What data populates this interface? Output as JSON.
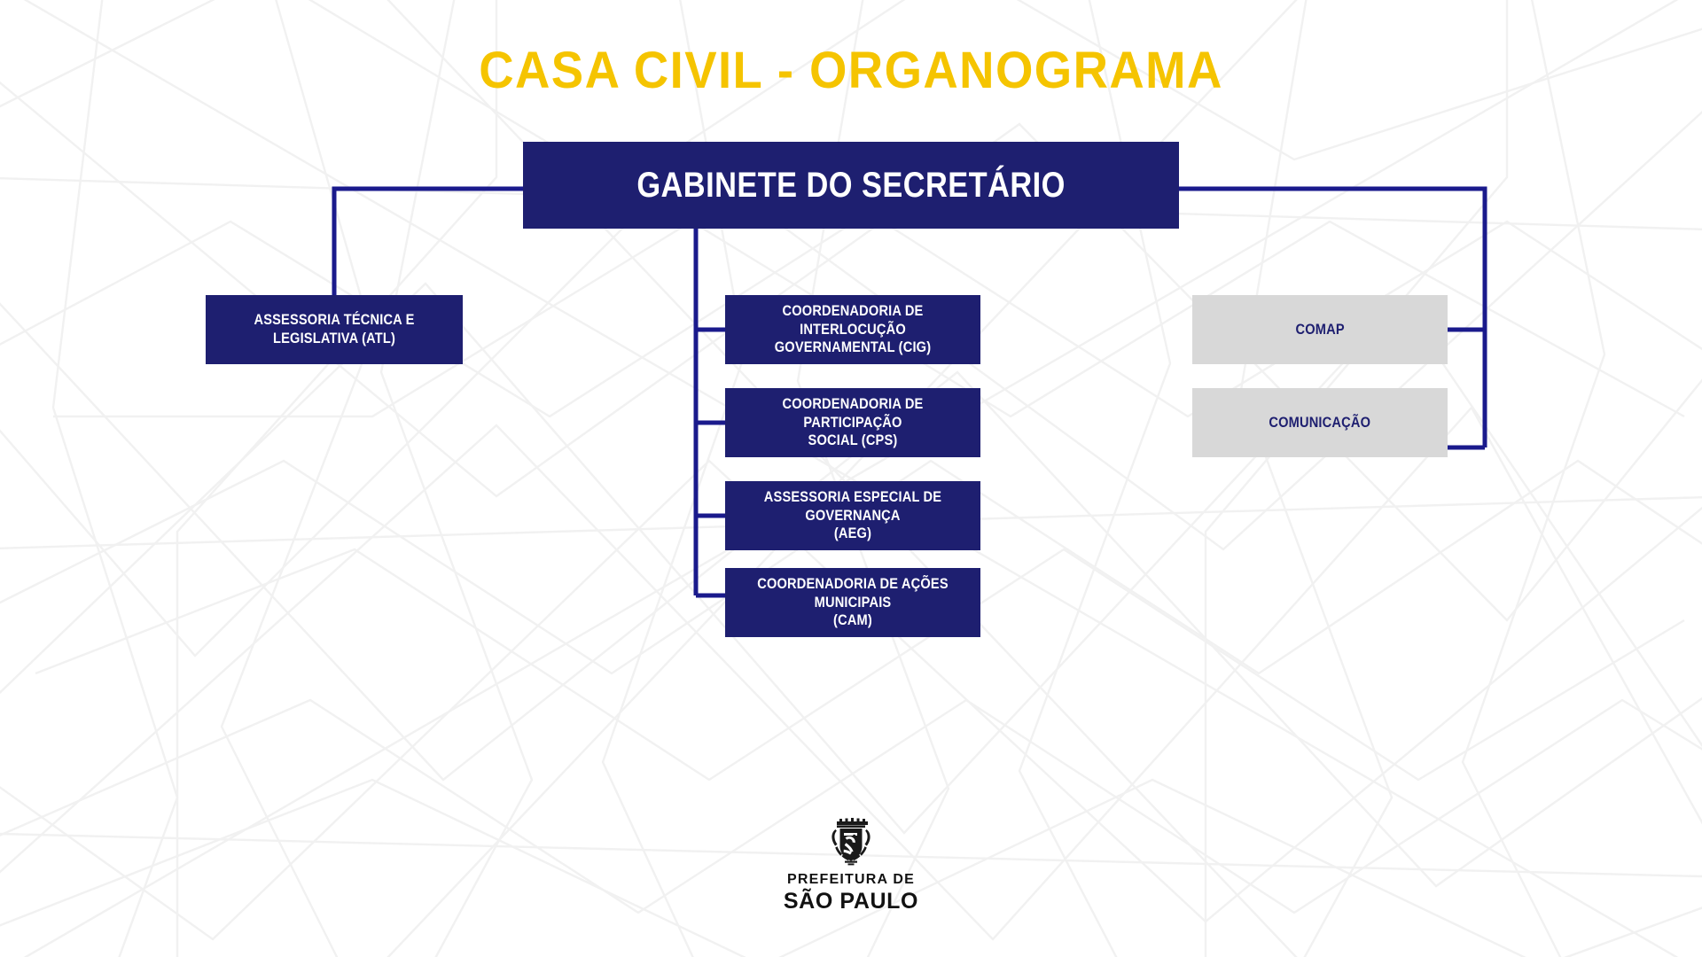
{
  "page": {
    "title": "CASA CIVIL - ORGANOGRAMA",
    "title_color": "#f5c400",
    "background_color": "#ffffff"
  },
  "theme": {
    "navy": "#1e1f70",
    "grey": "#d8d8d8",
    "connector": "#1a1a8c",
    "white": "#ffffff",
    "pattern": "#f0f0f0"
  },
  "chart_data": {
    "type": "diagram",
    "subtype": "organizational-chart",
    "title": "CASA CIVIL - ORGANOGRAMA",
    "root": {
      "id": "gabinete",
      "label": "GABINETE DO SECRETÁRIO",
      "style": "navy"
    },
    "branches": [
      {
        "side": "left",
        "nodes": [
          {
            "id": "atl",
            "label": "ASSESSORIA TÉCNICA E LEGISLATIVA (ATL)",
            "style": "navy"
          }
        ]
      },
      {
        "side": "center",
        "nodes": [
          {
            "id": "cig",
            "label": "COORDENADORIA DE INTERLOCUÇÃO\nGOVERNAMENTAL (CIG)",
            "style": "navy"
          },
          {
            "id": "cps",
            "label": "COORDENADORIA DE PARTICIPAÇÃO\nSOCIAL (CPS)",
            "style": "navy"
          },
          {
            "id": "aeg",
            "label": "ASSESSORIA ESPECIAL DE GOVERNANÇA\n(AEG)",
            "style": "navy"
          },
          {
            "id": "cam",
            "label": "COORDENADORIA DE AÇÕES MUNICIPAIS\n(CAM)",
            "style": "navy"
          }
        ]
      },
      {
        "side": "right",
        "nodes": [
          {
            "id": "comap",
            "label": "COMAP",
            "style": "grey"
          },
          {
            "id": "comunicacao",
            "label": "COMUNICAÇÃO",
            "style": "grey"
          }
        ]
      }
    ],
    "edges": [
      {
        "from": "gabinete",
        "to": "atl"
      },
      {
        "from": "gabinete",
        "to": "cig"
      },
      {
        "from": "gabinete",
        "to": "cps"
      },
      {
        "from": "gabinete",
        "to": "aeg"
      },
      {
        "from": "gabinete",
        "to": "cam"
      },
      {
        "from": "gabinete",
        "to": "comap"
      },
      {
        "from": "gabinete",
        "to": "comunicacao"
      }
    ]
  },
  "footer": {
    "crest_name": "sao-paulo-coat-of-arms",
    "line1": "PREFEITURA DE",
    "line2": "SÃO PAULO"
  }
}
